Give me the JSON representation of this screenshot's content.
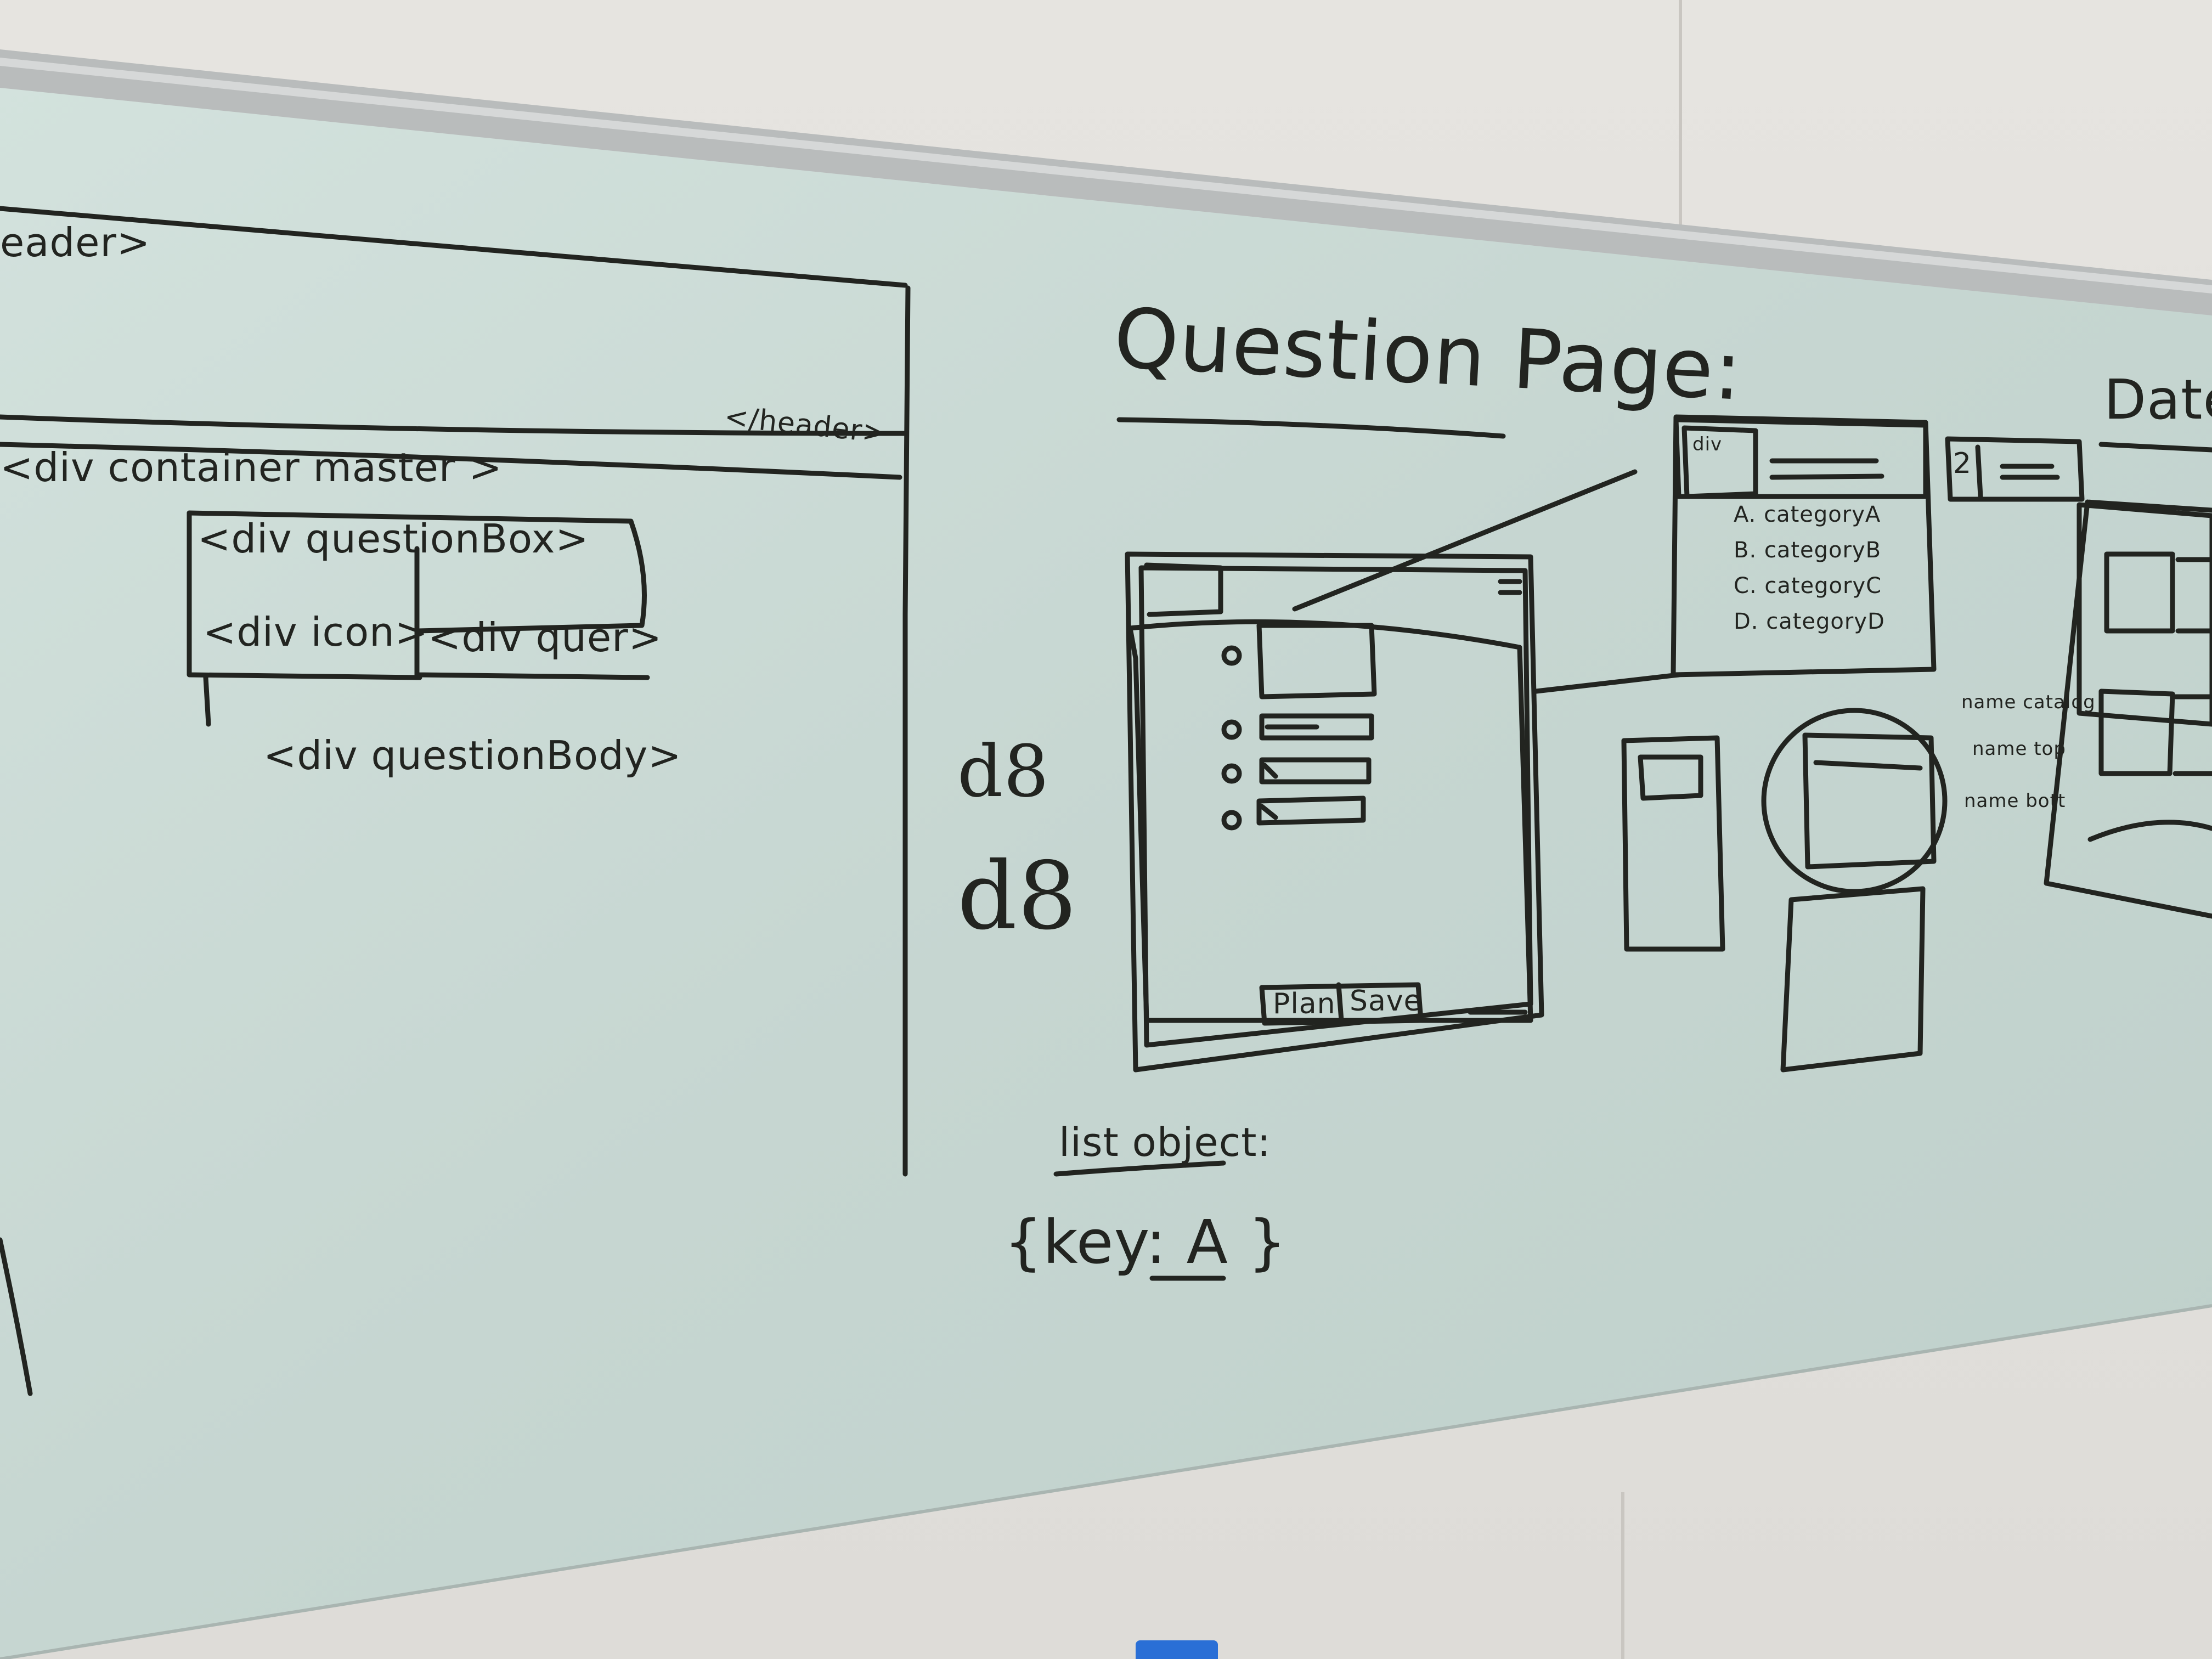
{
  "left_sketch": {
    "header_open": "eader>",
    "header_close": "</header>",
    "container": "<div container master >",
    "question_box": "<div questionBox>",
    "icon": "<div icon>",
    "quer": "<div quer>",
    "question_body": "<div questionBody>"
  },
  "center": {
    "title": "Question Page:",
    "d8_a": "d8",
    "d8_b": "d8",
    "plan_button": "Plan",
    "save_button": "Save",
    "list_object": "list object:",
    "key_value": "{key: A }"
  },
  "right_sketch": {
    "div_label": "div",
    "number": "2",
    "options": [
      "A. categoryA",
      "B. categoryB",
      "C. categoryC",
      "D. categoryD"
    ],
    "notes": [
      "name catalog",
      "name top",
      "name bott"
    ],
    "date_title": "Date P"
  },
  "colors": {
    "ink": "#222420",
    "glass": "#c8d7d2",
    "frame": "#b9bcbc",
    "marker": "#2a6fd6"
  }
}
